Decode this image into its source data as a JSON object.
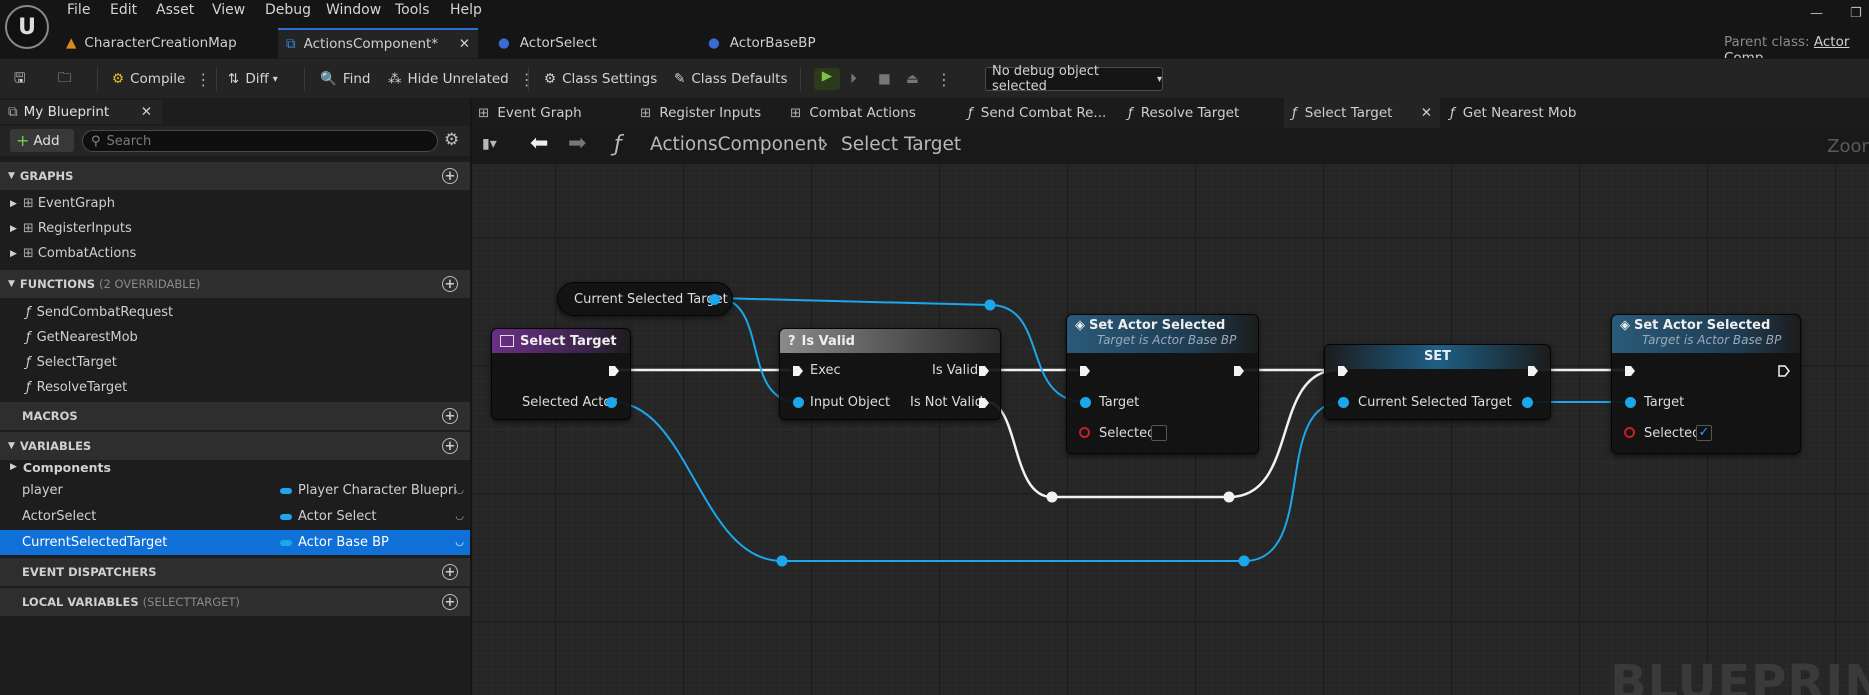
{
  "menu": [
    "File",
    "Edit",
    "Asset",
    "View",
    "Debug",
    "Window",
    "Tools",
    "Help"
  ],
  "doc_tabs": [
    {
      "label": "CharacterCreationMap"
    },
    {
      "label": "ActionsComponent*"
    },
    {
      "label": "ActorSelect"
    },
    {
      "label": "ActorBaseBP"
    }
  ],
  "parent_class": {
    "label": "Parent class:",
    "value": "Actor Comp"
  },
  "toolbar": {
    "compile": "Compile",
    "diff": "Diff",
    "find": "Find",
    "hide_unrelated": "Hide Unrelated",
    "class_settings": "Class Settings",
    "class_defaults": "Class Defaults",
    "debug_select": "No debug object selected"
  },
  "my_blueprint": {
    "tab": "My Blueprint",
    "add": "Add",
    "search_placeholder": "Search",
    "graphs_header": "GRAPHS",
    "graphs": [
      "EventGraph",
      "RegisterInputs",
      "CombatActions"
    ],
    "functions_header": "FUNCTIONS",
    "functions_sub": "(2 OVERRIDABLE)",
    "functions": [
      "SendCombatRequest",
      "GetNearestMob",
      "SelectTarget",
      "ResolveTarget"
    ],
    "macros_header": "MACROS",
    "variables_header": "VARIABLES",
    "components_label": "Components",
    "variables": [
      {
        "name": "player",
        "type": "Player Character Bluepri"
      },
      {
        "name": "ActorSelect",
        "type": "Actor Select"
      },
      {
        "name": "CurrentSelectedTarget",
        "type": "Actor Base BP"
      }
    ],
    "dispatchers_header": "EVENT DISPATCHERS",
    "local_header": "LOCAL VARIABLES",
    "local_sub": "(SELECTTARGET)"
  },
  "graph_tabs": [
    "Event Graph",
    "Register Inputs",
    "Combat Actions",
    "Send Combat Re...",
    "Resolve Target",
    "Select Target",
    "Get Nearest Mob"
  ],
  "breadcrumb": {
    "root": "ActionsComponent",
    "leaf": "Select Target",
    "zoom": "Zoom"
  },
  "watermark": "BLUEPRIN",
  "nodes": {
    "getter": {
      "label": "Current Selected Target"
    },
    "entry": {
      "title": "Select Target",
      "pin": "Selected Actor"
    },
    "isvalid": {
      "title": "Is Valid",
      "exec": "Exec",
      "input": "Input Object",
      "valid": "Is Valid",
      "notvalid": "Is Not Valid"
    },
    "setsel1": {
      "title": "Set Actor Selected",
      "subtitle": "Target is Actor Base BP",
      "target": "Target",
      "selected": "Selected",
      "checked": false
    },
    "set": {
      "title": "SET",
      "pin": "Current Selected Target"
    },
    "setsel2": {
      "title": "Set Actor Selected",
      "subtitle": "Target is Actor Base BP",
      "target": "Target",
      "selected": "Selected",
      "checked": true
    }
  },
  "colors": {
    "accent": "#0f70d7",
    "object_pin": "#1aa7ec",
    "bool_pin": "#c82020",
    "function_header": "#6b2f86",
    "set_header": "#1e5f86"
  }
}
